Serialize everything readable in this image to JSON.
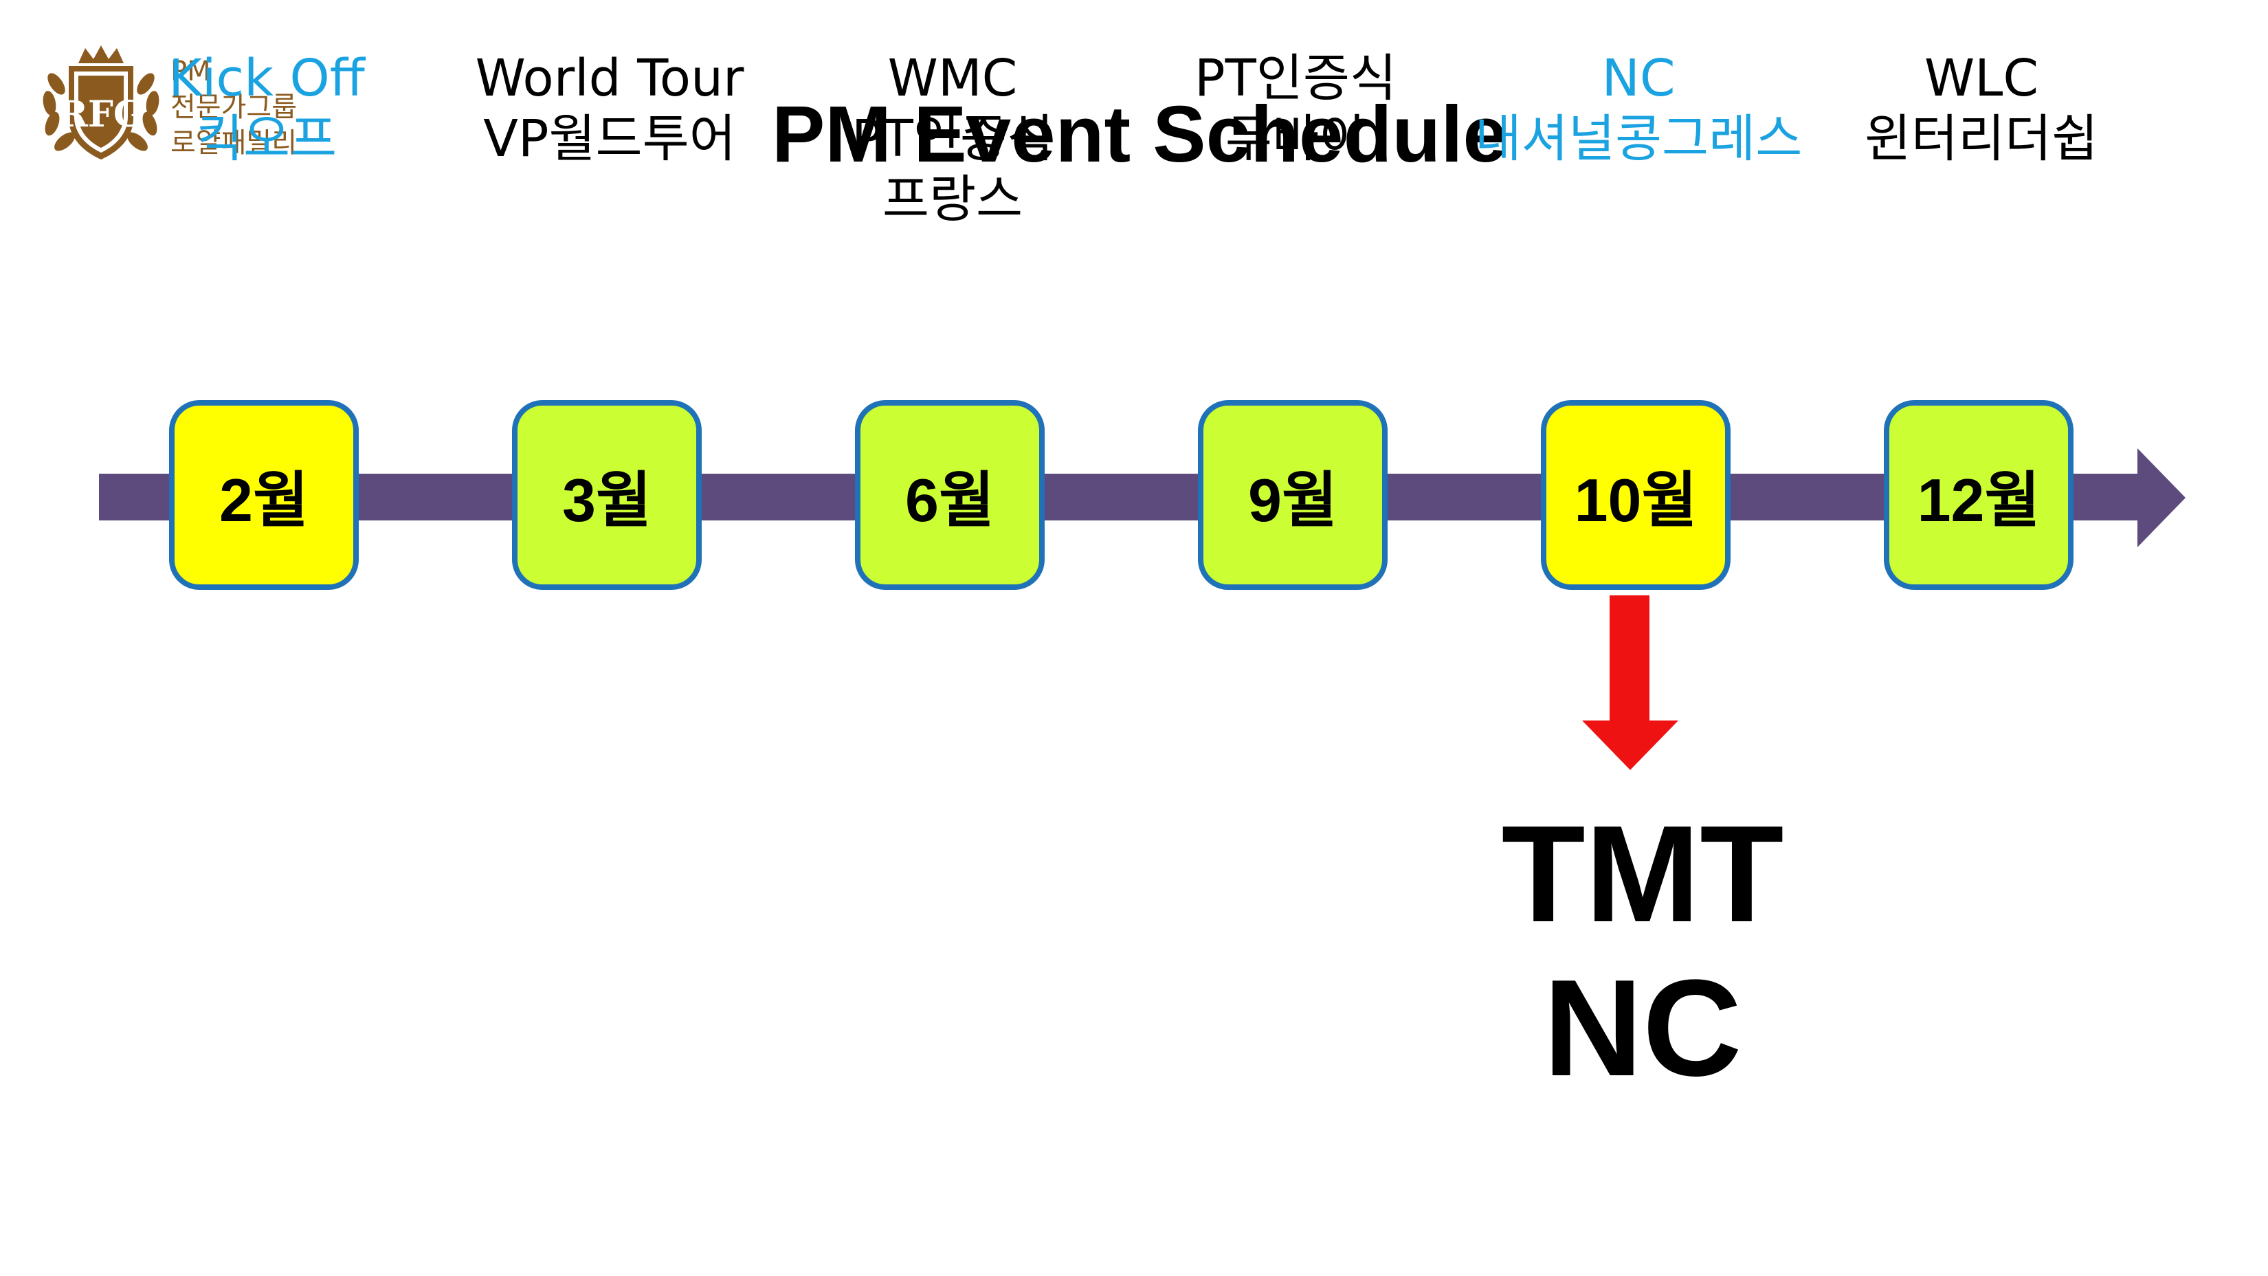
{
  "logo": {
    "monogram": "RFG",
    "lines": [
      "PM",
      "전문가그룹",
      "로얄패밀리"
    ],
    "color": "#8a5a1e"
  },
  "title": "PM Event Schedule",
  "colors": {
    "bar": "#5e4b7d",
    "box_border": "#1f72b8",
    "highlight_fill": "#ffff00",
    "normal_fill": "#ccff33",
    "highlight_text": "#1aa3e0",
    "normal_text": "#000000",
    "callout_arrow": "#ee1212"
  },
  "events": [
    {
      "month": "2월",
      "label": [
        "Kick Off",
        "킥오프"
      ],
      "highlight": true
    },
    {
      "month": "3월",
      "label": [
        "World Tour",
        "VP월드투어"
      ],
      "highlight": false
    },
    {
      "month": "6월",
      "label": [
        "WMC",
        "PT인증식",
        "프랑스"
      ],
      "highlight": false
    },
    {
      "month": "9월",
      "label": [
        "PT인증식",
        "두바이"
      ],
      "highlight": false
    },
    {
      "month": "10월",
      "label": [
        "NC",
        "내셔널콩그레스"
      ],
      "highlight": true
    },
    {
      "month": "12월",
      "label": [
        "WLC",
        "윈터리더쉽"
      ],
      "highlight": false
    }
  ],
  "callout": {
    "target_month": "10월",
    "lines": [
      "TMT",
      "NC"
    ]
  }
}
